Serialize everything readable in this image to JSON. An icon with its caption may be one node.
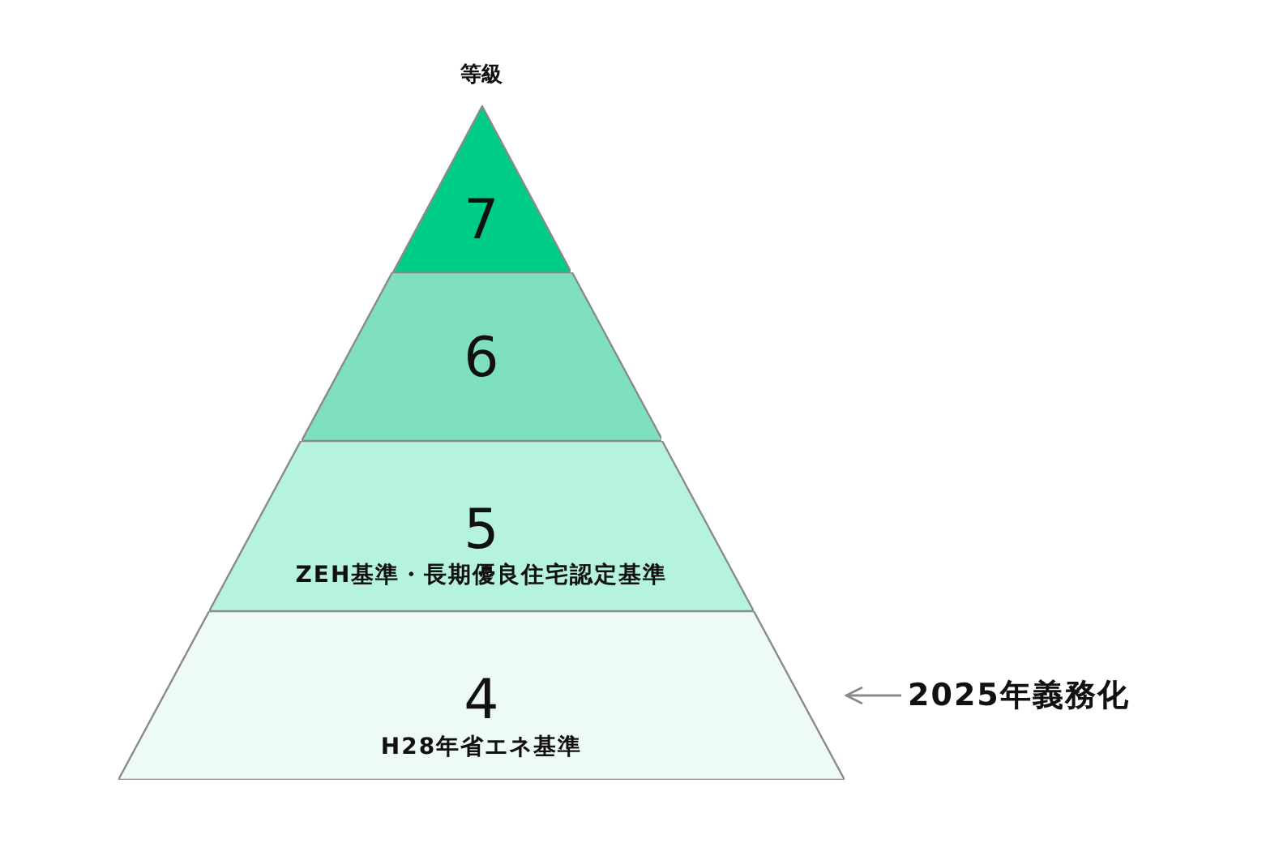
{
  "diagram": {
    "title": "等級",
    "nodes": [
      {
        "text": [
          "7"
        ]
      },
      {
        "text": [
          "6"
        ]
      },
      {
        "text": [
          "5",
          "ZEH基準・長期優良住宅認定基準"
        ]
      },
      {
        "text": [
          "4",
          "H28年省エネ基準"
        ]
      },
      {
        "text": [
          "2025年義務化"
        ]
      }
    ],
    "edges": [
      {
        "from": 4,
        "to": 3,
        "arrow": "to"
      }
    ]
  }
}
